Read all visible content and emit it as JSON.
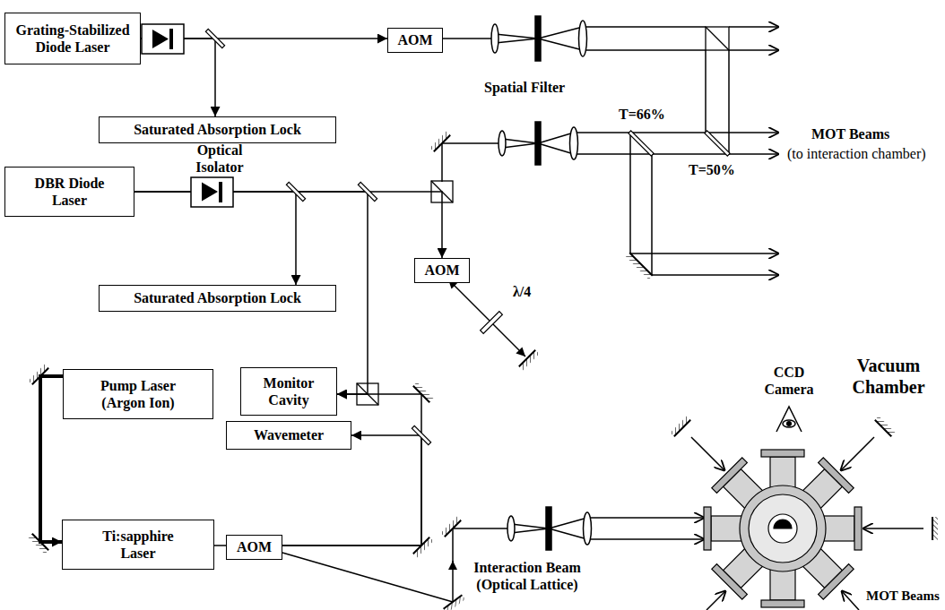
{
  "diagram": {
    "nodes": [
      {
        "text": [
          "Grating-Stabilized Diode Laser"
        ]
      },
      {
        "text": [
          "AOM"
        ]
      },
      {
        "text": [
          "Saturated Absorption Lock"
        ]
      },
      {
        "text": [
          "DBR Diode Laser"
        ]
      },
      {
        "text": [
          "AOM"
        ]
      },
      {
        "text": [
          "Saturated Absorption Lock"
        ]
      },
      {
        "text": [
          "Pump Laser (Argon Ion)"
        ]
      },
      {
        "text": [
          "Monitor Cavity"
        ]
      },
      {
        "text": [
          "Wavemeter"
        ]
      },
      {
        "text": [
          "Ti:sapphire Laser"
        ]
      },
      {
        "text": [
          "AOM"
        ]
      }
    ],
    "edges": [
      {
        "from": 0,
        "to": 1,
        "arrow": "to"
      },
      {
        "from": 0,
        "to": 2,
        "arrow": "to"
      },
      {
        "from": 3,
        "to": 5,
        "arrow": "to"
      },
      {
        "from": 3,
        "to": 7,
        "arrow": "to"
      },
      {
        "from": 3,
        "to": 4,
        "arrow": "to"
      },
      {
        "from": 6,
        "to": 9,
        "arrow": "to"
      },
      {
        "from": 9,
        "to": 10,
        "arrow": "none"
      },
      {
        "from": 10,
        "to": 8,
        "arrow": "to"
      },
      {
        "from": 10,
        "to": 7,
        "arrow": "to"
      }
    ],
    "labels": [
      "Spatial Filter",
      "Optical Isolator",
      "T=66%",
      "T=50%",
      "MOT Beams",
      "(to interaction chamber)",
      "λ/4",
      "CCD Camera",
      "Vacuum Chamber",
      "Interaction Beam (Optical Lattice)",
      "MOT Beams"
    ]
  }
}
